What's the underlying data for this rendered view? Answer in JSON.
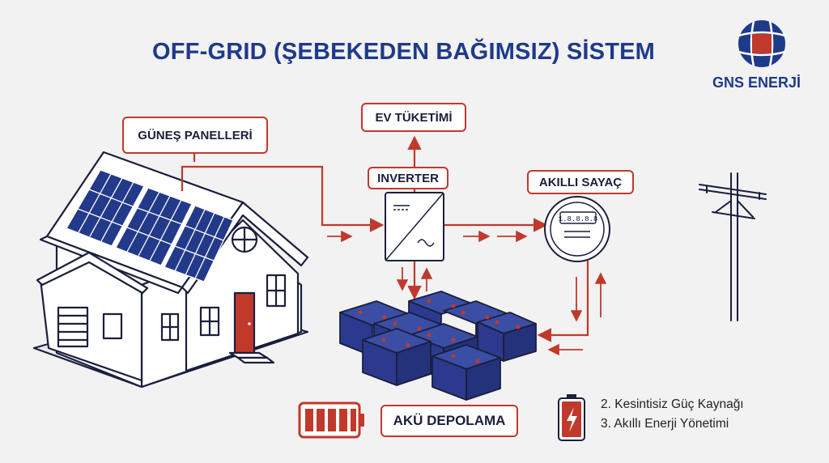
{
  "title": "OFF-GRID (ŞEBEKEDEN BAĞIMSIZ) SİSTEM",
  "brand": {
    "name": "GNS ENERJİ",
    "logo": "gns-energy-logo"
  },
  "nodes": {
    "solar_panels": "GÜNEŞ PANELLERİ",
    "home_consumption": "EV TÜKETİMİ",
    "inverter": "INVERTER",
    "smart_meter": "AKILLI SAYAÇ",
    "battery_storage": "AKÜ DEPOLAMA"
  },
  "features": [
    "2. Kesintisiz Güç Kaynağı",
    "3. Akıllı Enerji Yönetimi"
  ],
  "meter_display": "1.8.8.8.8",
  "colors": {
    "navy": "#1e3a8a",
    "red": "#c0392b",
    "battery_fill": "#2b3a8f",
    "panel_blue": "#233a8a",
    "background": "#f2f2f3"
  },
  "icons": [
    "house-icon",
    "solar-panel-icon",
    "inverter-icon",
    "smart-meter-icon",
    "battery-bank-icon",
    "utility-pole-icon",
    "battery-level-icon",
    "battery-bolt-icon"
  ]
}
